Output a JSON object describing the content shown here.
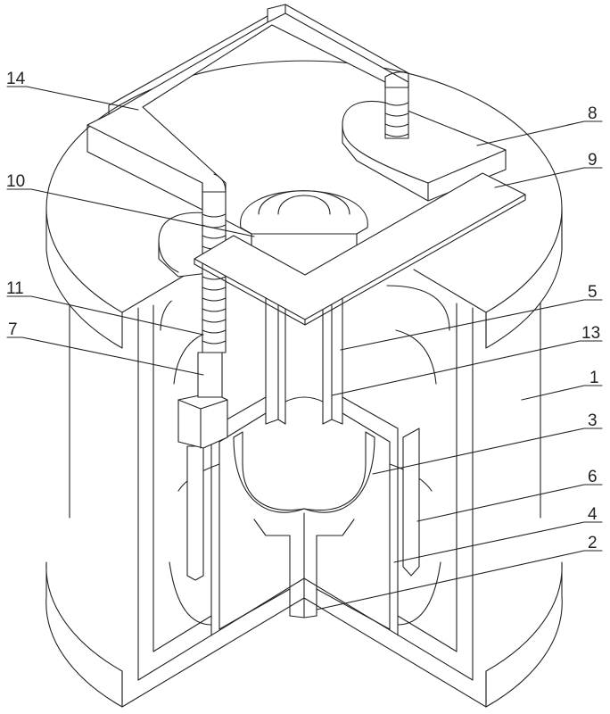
{
  "figure": {
    "labels": [
      {
        "id": "14",
        "text": "14"
      },
      {
        "id": "8",
        "text": "8"
      },
      {
        "id": "9",
        "text": "9"
      },
      {
        "id": "10",
        "text": "10"
      },
      {
        "id": "11",
        "text": "11"
      },
      {
        "id": "5",
        "text": "5"
      },
      {
        "id": "7",
        "text": "7"
      },
      {
        "id": "13",
        "text": "13"
      },
      {
        "id": "1",
        "text": "1"
      },
      {
        "id": "3",
        "text": "3"
      },
      {
        "id": "6",
        "text": "6"
      },
      {
        "id": "4",
        "text": "4"
      },
      {
        "id": "2",
        "text": "2"
      }
    ],
    "line_color": "#222222",
    "background": "#ffffff"
  }
}
